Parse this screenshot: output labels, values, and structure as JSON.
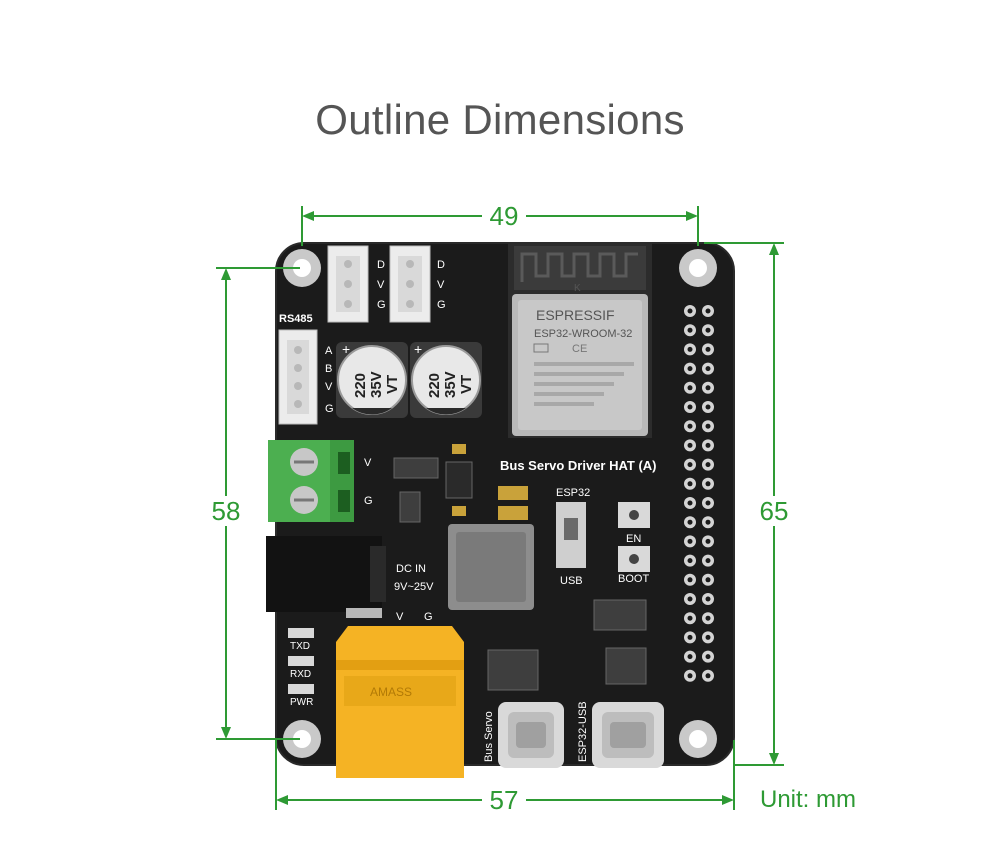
{
  "title": "Outline Dimensions",
  "dimensions": {
    "top_width": "49",
    "bottom_width": "57",
    "left_height": "58",
    "right_height": "65",
    "unit": "Unit: mm"
  },
  "colors": {
    "dimension": "#2e9a34",
    "pcb": "#1b1b1b",
    "connector_yellow": "#f5b324",
    "terminal_green": "#4caf50",
    "title": "#555555"
  },
  "board": {
    "name": "Bus Servo Driver HAT (A)",
    "module_brand": "ESPRESSIF",
    "module_model": "ESP32-WROOM-32",
    "capacitor_label": [
      "220",
      "35V",
      "VT"
    ],
    "rs485_label": "RS485",
    "rs485_pins": [
      "A",
      "B",
      "V",
      "G"
    ],
    "servo_pins": [
      "D",
      "V",
      "G"
    ],
    "terminal_pins": [
      "V",
      "G"
    ],
    "dc_in": "DC IN",
    "dc_range": "9V~25V",
    "xt_pins": [
      "V",
      "G"
    ],
    "xt_logo": "AMASS",
    "leds": [
      "TXD",
      "RXD",
      "PWR"
    ],
    "esp32_label": "ESP32",
    "switch_usb": "USB",
    "btn_en": "EN",
    "btn_boot": "BOOT",
    "usb_left": "Bus Servo",
    "usb_right": "ESP32-USB",
    "antenna_mark": "K"
  }
}
